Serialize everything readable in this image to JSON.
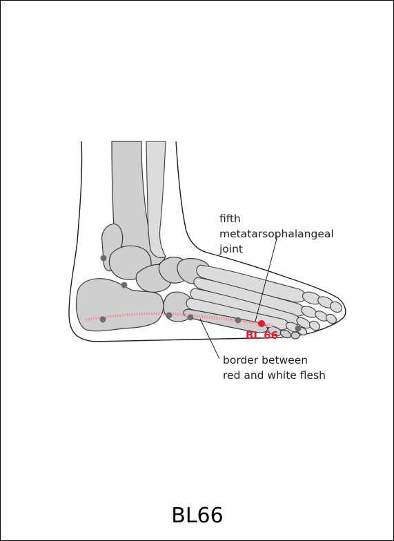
{
  "title": "BL66",
  "point_label": "BL 66",
  "annotations": {
    "joint": [
      "fifth",
      "metatarsophalangeal",
      "joint"
    ],
    "border": [
      "border between",
      "red and white flesh"
    ]
  },
  "colors": {
    "acupoint": "#e8192c",
    "border_hatch": "#e8899a",
    "bone_fill": "#cfcfcf",
    "landmark_dot": "#6d6d6d"
  }
}
